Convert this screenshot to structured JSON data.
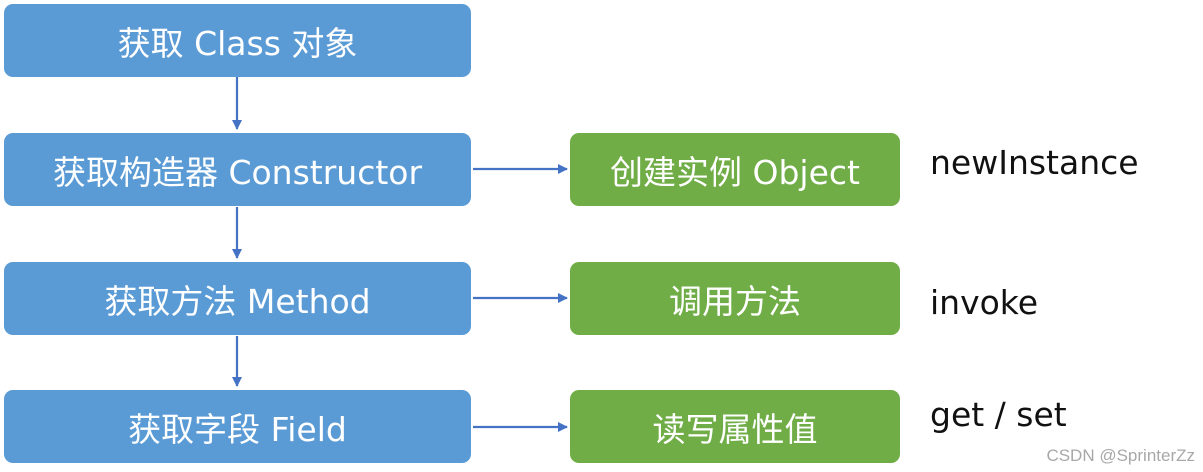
{
  "steps": [
    {
      "label": "获取 Class 对象"
    },
    {
      "label": "获取构造器 Constructor",
      "action": "创建实例 Object",
      "method": "newInstance"
    },
    {
      "label": "获取方法 Method",
      "action": "调用方法",
      "method": "invoke"
    },
    {
      "label": "获取字段 Field",
      "action": "读写属性值",
      "method": "get / set"
    }
  ],
  "watermark": "CSDN @SprinterZz",
  "colors": {
    "step_box": "#5b9bd5",
    "action_box": "#70ad47",
    "arrow": "#4472c4",
    "text": "#ffffff"
  }
}
